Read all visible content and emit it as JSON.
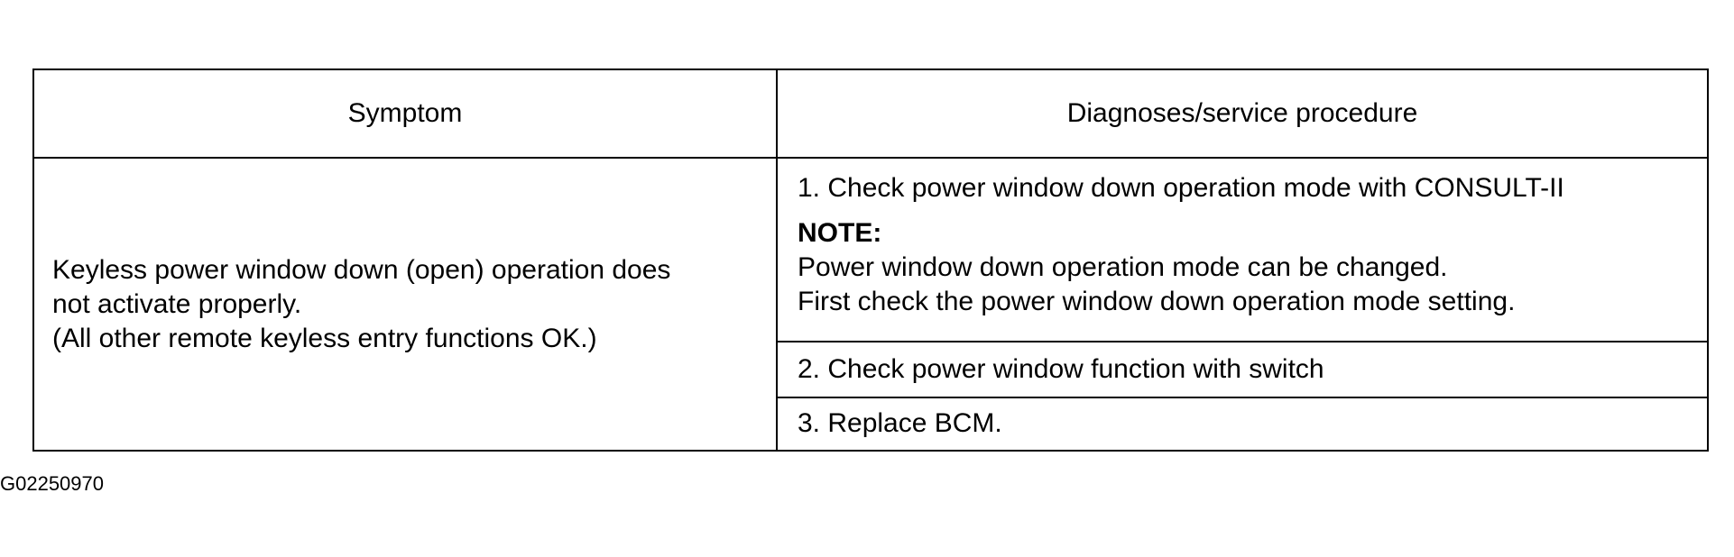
{
  "table": {
    "headers": {
      "symptom": "Symptom",
      "procedure": "Diagnoses/service procedure"
    },
    "symptom_lines": [
      "Keyless power window down (open) operation does",
      "not activate properly.",
      "(All other remote keyless entry functions OK.)"
    ],
    "procedures": {
      "step1": "1. Check power window down operation mode with CONSULT-II",
      "note_label": "NOTE:",
      "note_lines": [
        "Power window down operation mode can be changed.",
        "First check the power window down operation mode setting."
      ],
      "step2": "2. Check power window function with switch",
      "step3": "3. Replace BCM."
    }
  },
  "figure_id": "G02250970"
}
